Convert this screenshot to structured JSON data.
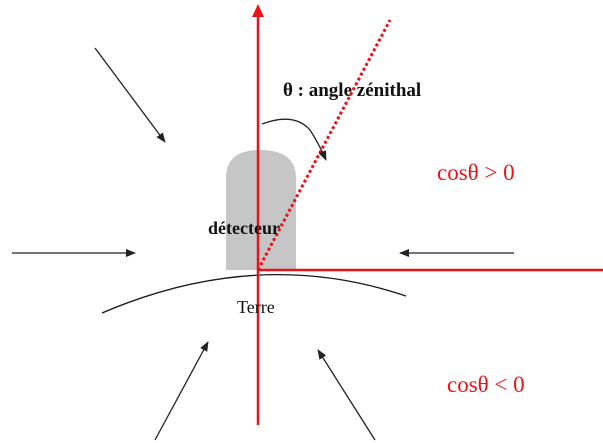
{
  "labels": {
    "zenith_angle": "θ : angle zénithal",
    "detector": "détecteur",
    "earth": "Terre",
    "cos_positive": "cosθ > 0",
    "cos_negative": "cosθ < 0"
  },
  "colors": {
    "axis": "#e8141a",
    "arrow": "#222222",
    "detector_fill": "#c6c6c6",
    "earth_curve": "#1a1a1a",
    "text_dark": "#111111",
    "text_red": "#e8141a"
  }
}
